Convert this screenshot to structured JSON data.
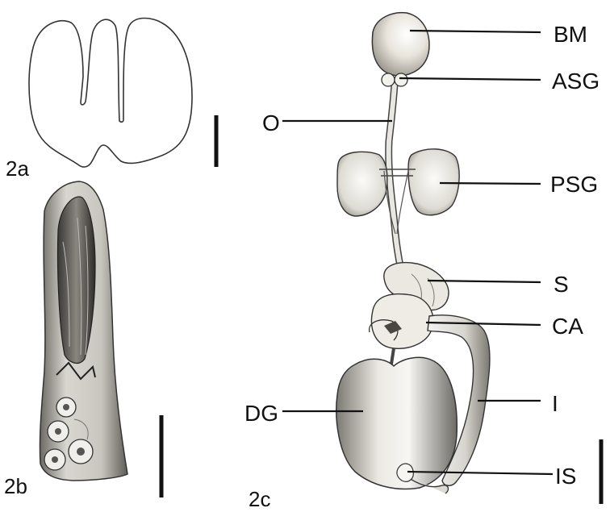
{
  "panels": {
    "a": {
      "label": "2a"
    },
    "b": {
      "label": "2b"
    },
    "c": {
      "label": "2c"
    }
  },
  "labels": {
    "bm": "BM",
    "asg": "ASG",
    "o": "O",
    "psg": "PSG",
    "s": "S",
    "ca": "CA",
    "dg": "DG",
    "i": "I",
    "is": "IS"
  }
}
